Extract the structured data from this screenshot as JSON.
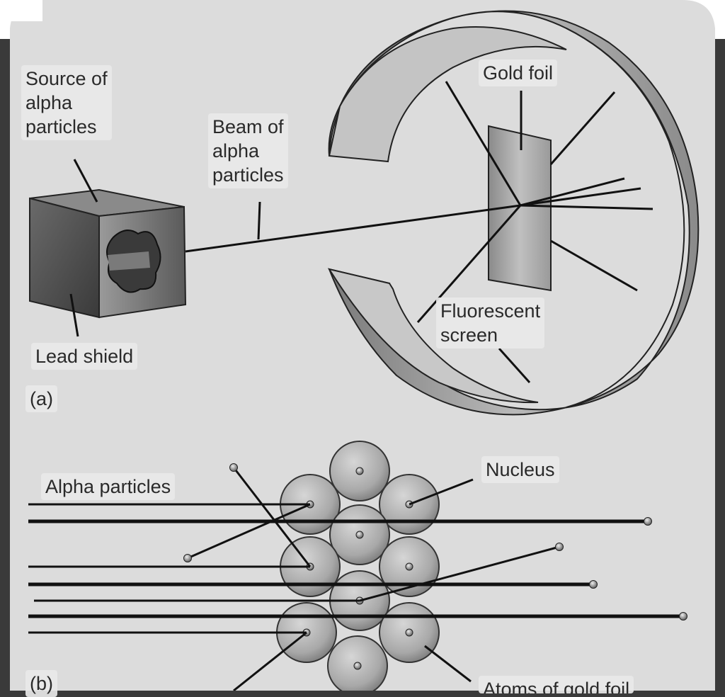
{
  "labels": {
    "source": "Source of\nalpha\nparticles",
    "beam": "Beam of\nalpha\nparticles",
    "gold_foil": "Gold foil",
    "fluorescent": "Fluorescent\nscreen",
    "lead_shield": "Lead shield",
    "part_a": "(a)",
    "nucleus": "Nucleus",
    "alpha_particles": "Alpha particles",
    "part_b": "(b)",
    "atoms": "Atoms of gold foil"
  },
  "colors": {
    "background": "#dcdcdc",
    "frame": "#3a3a3a",
    "ink": "#111111"
  }
}
